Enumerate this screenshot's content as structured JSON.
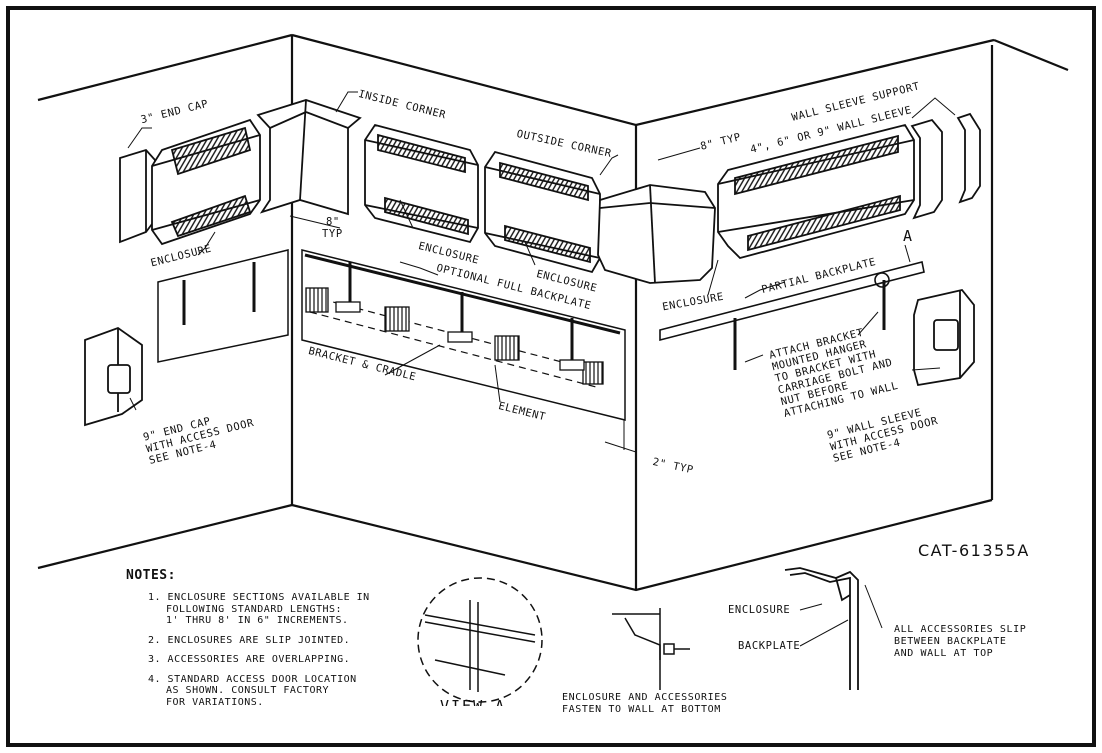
{
  "labels": {
    "end_cap_3": "3\" END CAP",
    "inside_corner": "INSIDE CORNER",
    "outside_corner": "OUTSIDE CORNER",
    "typ_8_top": "8\" TYP",
    "wall_sleeve_support": "WALL SLEEVE SUPPORT",
    "wall_sleeve_sizes": "4\", 6\" OR 9\" WALL SLEEVE",
    "enclosure_left": "ENCLOSURE",
    "typ_8_mid": "8\"",
    "typ_mid": "TYP",
    "enclosure_mid": "ENCLOSURE",
    "enclosure_mid2": "ENCLOSURE",
    "enclosure_right": "ENCLOSURE",
    "partial_backplate": "PARTIAL BACKPLATE",
    "optional_full_backplate": "OPTIONAL FULL BACKPLATE",
    "detail_a": "A",
    "bracket_cradle": "BRACKET & CRADLE",
    "element": "ELEMENT",
    "attach_bracket": [
      "ATTACH BRACKET",
      "MOUNTED HANGER",
      "TO BRACKET WITH",
      "CARRIAGE BOLT AND",
      "NUT BEFORE",
      "ATTACHING TO WALL"
    ],
    "end_cap_9": [
      "9\" END CAP",
      "WITH ACCESS DOOR",
      "SEE NOTE-4"
    ],
    "wall_sleeve_9": [
      "9\" WALL SLEEVE",
      "WITH ACCESS DOOR",
      "SEE NOTE-4"
    ],
    "typ_2": "2\" TYP",
    "cat_number": "CAT-61355A",
    "view_a": "VIEW-A",
    "fasten_bottom": [
      "ENCLOSURE AND ACCESSORIES",
      "FASTEN TO WALL AT BOTTOM"
    ],
    "enclosure_detail": "ENCLOSURE",
    "backplate_detail": "BACKPLATE",
    "slip_accessories": [
      "ALL ACCESSORIES SLIP",
      "BETWEEN BACKPLATE",
      "AND WALL AT TOP"
    ]
  },
  "notes": {
    "title": "NOTES:",
    "items": [
      [
        "1. ENCLOSURE SECTIONS AVAILABLE IN",
        "   FOLLOWING STANDARD LENGTHS:",
        "   1' THRU 8' IN 6\" INCREMENTS."
      ],
      [
        "2. ENCLOSURES ARE SLIP JOINTED."
      ],
      [
        "3. ACCESSORIES ARE OVERLAPPING."
      ],
      [
        "4. STANDARD ACCESS DOOR LOCATION",
        "   AS SHOWN. CONSULT FACTORY",
        "   FOR VARIATIONS."
      ]
    ]
  }
}
